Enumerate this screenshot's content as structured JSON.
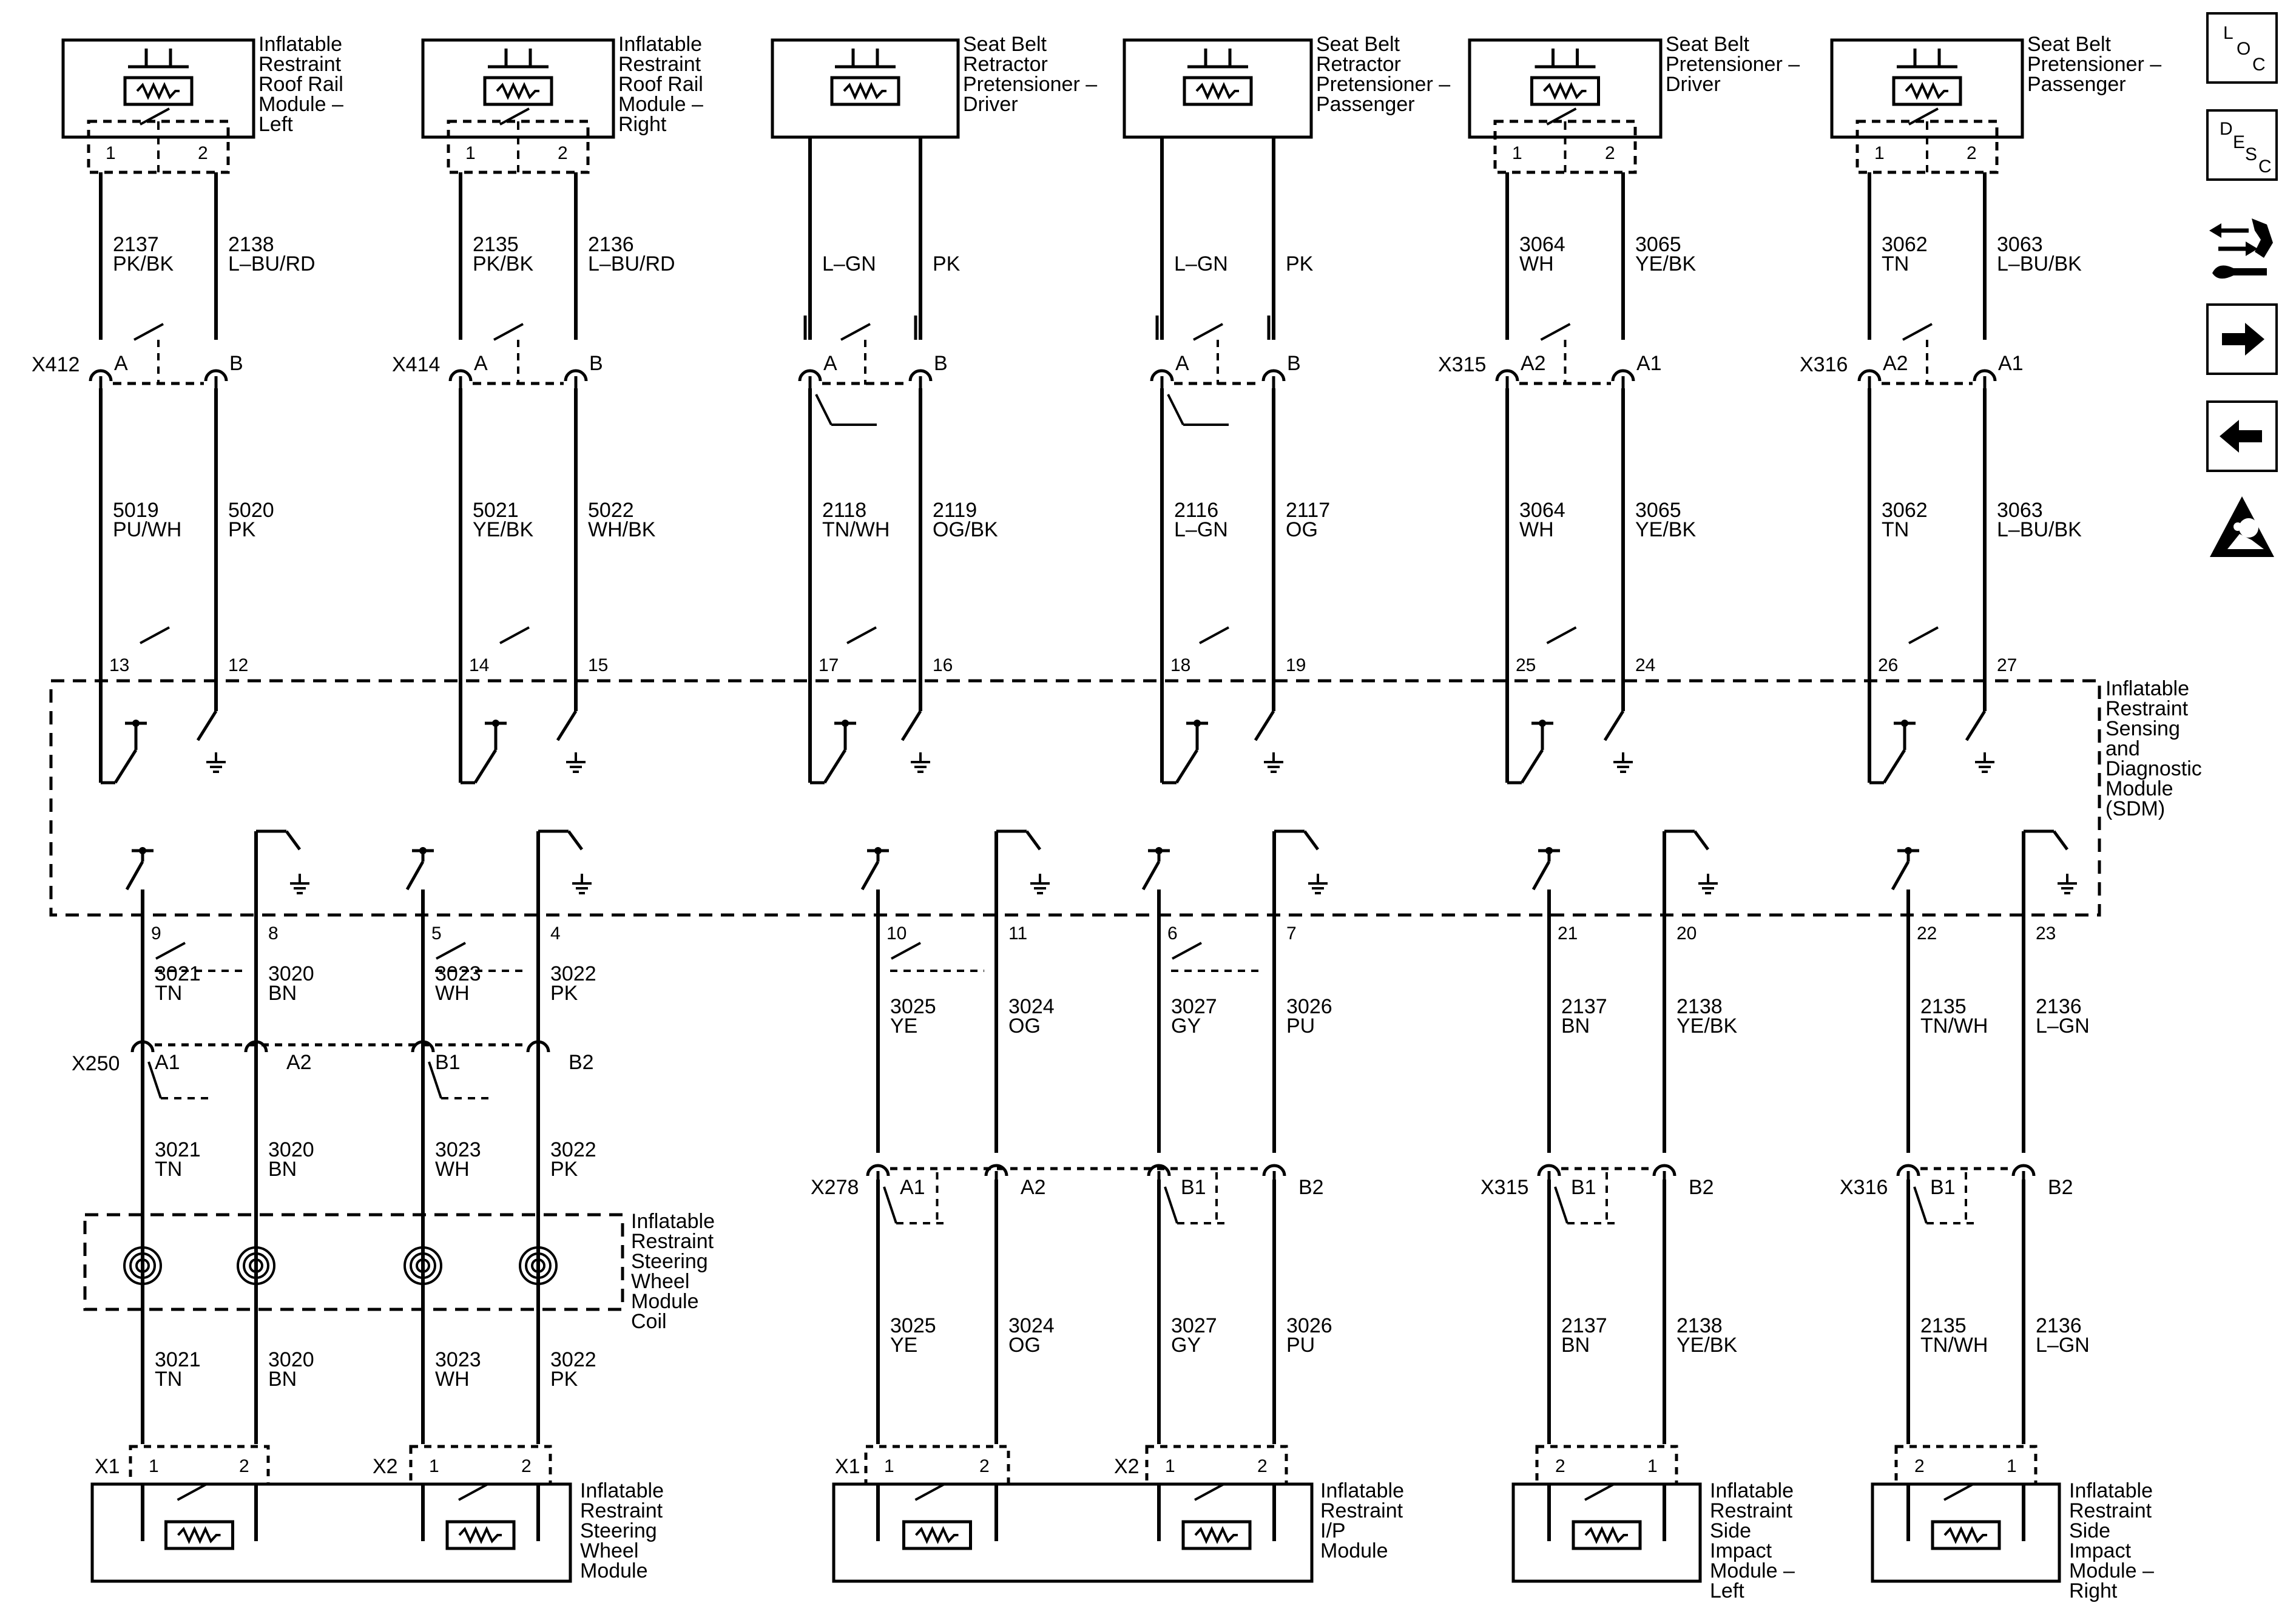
{
  "components": {
    "roof_left": [
      "Inflatable",
      "Restraint",
      "Roof Rail",
      "Module –",
      "Left"
    ],
    "roof_right": [
      "Inflatable",
      "Restraint",
      "Roof Rail",
      "Module –",
      "Right"
    ],
    "retr_driver": [
      "Seat Belt",
      "Retractor",
      "Pretensioner –",
      "Driver"
    ],
    "retr_pass": [
      "Seat Belt",
      "Retractor",
      "Pretensioner –",
      "Passenger"
    ],
    "pret_driver": [
      "Seat Belt",
      "Pretensioner –",
      "Driver"
    ],
    "pret_pass": [
      "Seat Belt",
      "Pretensioner –",
      "Passenger"
    ],
    "sdm": [
      "Inflatable",
      "Restraint",
      "Sensing",
      "and",
      "Diagnostic",
      "Module",
      "(SDM)"
    ],
    "coil": [
      "Inflatable",
      "Restraint",
      "Steering",
      "Wheel",
      "Module",
      "Coil"
    ],
    "steer": [
      "Inflatable",
      "Restraint",
      "Steering",
      "Wheel",
      "Module"
    ],
    "ip": [
      "Inflatable",
      "Restraint",
      "I/P",
      "Module"
    ],
    "side_left": [
      "Inflatable",
      "Restraint",
      "Side",
      "Impact",
      "Module –",
      "Left"
    ],
    "side_right": [
      "Inflatable",
      "Restraint",
      "Side",
      "Impact",
      "Module –",
      "Right"
    ]
  },
  "connectors": {
    "x412": "X412",
    "x414": "X414",
    "x315": "X315",
    "x316": "X316",
    "x250": "X250",
    "x278": "X278",
    "x1": "X1",
    "x2": "X2"
  },
  "wires": [
    {
      "num": "2137",
      "color": "PK/BK"
    },
    {
      "num": "2138",
      "color": "L–BU/RD"
    },
    {
      "num": "2135",
      "color": "PK/BK"
    },
    {
      "num": "2136",
      "color": "L–BU/RD"
    },
    {
      "num": "",
      "color": "L–GN"
    },
    {
      "num": "",
      "color": "PK"
    },
    {
      "num": "",
      "color": "L–GN"
    },
    {
      "num": "",
      "color": "PK"
    },
    {
      "num": "3064",
      "color": "WH"
    },
    {
      "num": "3065",
      "color": "YE/BK"
    },
    {
      "num": "3062",
      "color": "TN"
    },
    {
      "num": "3063",
      "color": "L–BU/BK"
    },
    {
      "num": "5019",
      "color": "PU/WH"
    },
    {
      "num": "5020",
      "color": "PK"
    },
    {
      "num": "5021",
      "color": "YE/BK"
    },
    {
      "num": "5022",
      "color": "WH/BK"
    },
    {
      "num": "2118",
      "color": "TN/WH"
    },
    {
      "num": "2119",
      "color": "OG/BK"
    },
    {
      "num": "2116",
      "color": "L–GN"
    },
    {
      "num": "2117",
      "color": "OG"
    },
    {
      "num": "3064",
      "color": "WH"
    },
    {
      "num": "3065",
      "color": "YE/BK"
    },
    {
      "num": "3062",
      "color": "TN"
    },
    {
      "num": "3063",
      "color": "L–BU/BK"
    },
    {
      "num": "3021",
      "color": "TN"
    },
    {
      "num": "3020",
      "color": "BN"
    },
    {
      "num": "3023",
      "color": "WH"
    },
    {
      "num": "3022",
      "color": "PK"
    },
    {
      "num": "3025",
      "color": "YE"
    },
    {
      "num": "3024",
      "color": "OG"
    },
    {
      "num": "3027",
      "color": "GY"
    },
    {
      "num": "3026",
      "color": "PU"
    },
    {
      "num": "2137",
      "color": "BN"
    },
    {
      "num": "2138",
      "color": "YE/BK"
    },
    {
      "num": "2135",
      "color": "TN/WH"
    },
    {
      "num": "2136",
      "color": "L–GN"
    },
    {
      "num": "3021",
      "color": "TN"
    },
    {
      "num": "3020",
      "color": "BN"
    },
    {
      "num": "3023",
      "color": "WH"
    },
    {
      "num": "3022",
      "color": "PK"
    },
    {
      "num": "3025",
      "color": "YE"
    },
    {
      "num": "3024",
      "color": "OG"
    },
    {
      "num": "3027",
      "color": "GY"
    },
    {
      "num": "3026",
      "color": "PU"
    },
    {
      "num": "2137",
      "color": "BN"
    },
    {
      "num": "2138",
      "color": "YE/BK"
    },
    {
      "num": "2135",
      "color": "TN/WH"
    },
    {
      "num": "2136",
      "color": "L–GN"
    },
    {
      "num": "3021",
      "color": "TN"
    },
    {
      "num": "3020",
      "color": "BN"
    },
    {
      "num": "3023",
      "color": "WH"
    },
    {
      "num": "3022",
      "color": "PK"
    }
  ],
  "pins": {
    "top_comp": [
      "1",
      "2",
      "1",
      "2",
      "1",
      "2",
      "1",
      "2"
    ],
    "upper_conn": [
      "A",
      "B",
      "A",
      "B",
      "A",
      "B",
      "A",
      "B",
      "A2",
      "A1",
      "A2",
      "A1"
    ],
    "sdm_top": [
      "13",
      "12",
      "14",
      "15",
      "17",
      "16",
      "18",
      "19",
      "25",
      "24",
      "26",
      "27"
    ],
    "sdm_bottom": [
      "9",
      "8",
      "5",
      "4",
      "10",
      "11",
      "6",
      "7",
      "21",
      "20",
      "22",
      "23"
    ],
    "x250": [
      "A1",
      "A2",
      "B1",
      "B2"
    ],
    "lower_conn": [
      "A1",
      "A2",
      "B1",
      "B2",
      "B1",
      "B2",
      "B1",
      "B2"
    ],
    "bottom_comp": [
      "1",
      "2",
      "1",
      "2",
      "1",
      "2",
      "1",
      "2",
      "2",
      "1",
      "2",
      "1"
    ]
  },
  "side_buttons": {
    "loc": [
      "L",
      "O",
      "C"
    ],
    "desc": [
      "D",
      "E",
      "S",
      "C"
    ]
  }
}
